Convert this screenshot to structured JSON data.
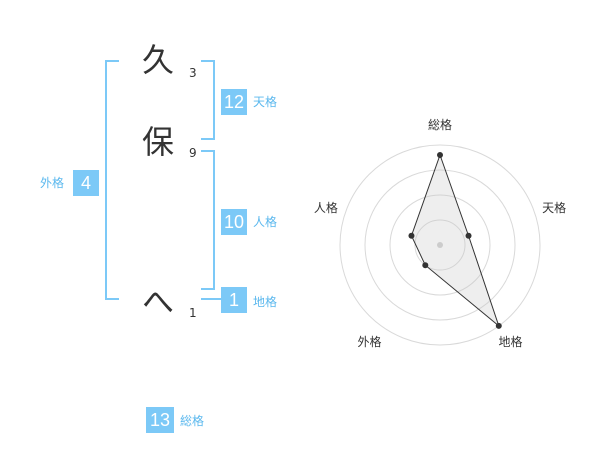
{
  "name_chars": [
    {
      "char": "久",
      "strokes": "3"
    },
    {
      "char": "保",
      "strokes": "9"
    },
    {
      "char": "へ",
      "strokes": "1"
    }
  ],
  "scores": {
    "tenkaku": {
      "value": "12",
      "label": "天格"
    },
    "jinkaku": {
      "value": "10",
      "label": "人格"
    },
    "chikaku": {
      "value": "1",
      "label": "地格"
    },
    "gaikaku": {
      "value": "4",
      "label": "外格"
    },
    "soukaku": {
      "value": "13",
      "label": "総格"
    }
  },
  "radar": {
    "axes": [
      "総格",
      "天格",
      "地格",
      "外格",
      "人格"
    ],
    "values": [
      0.9,
      0.3,
      1.0,
      0.25,
      0.3
    ],
    "levels": 4
  },
  "colors": {
    "accent": "#7cc9f7",
    "accent_text": "#5bb8ee",
    "text": "#333333"
  }
}
